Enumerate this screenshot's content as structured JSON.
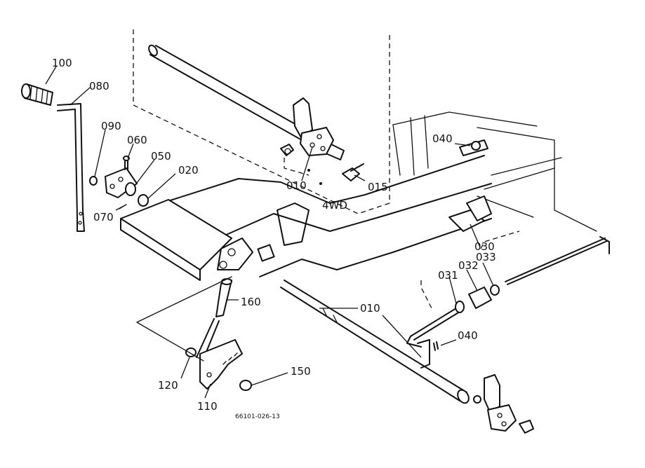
{
  "labels": {
    "p100": "100",
    "p080": "080",
    "p090": "090",
    "p060": "060",
    "p050": "050",
    "p020": "020",
    "p070": "070",
    "p010_top": "010",
    "p015": "015",
    "wd": "4WD",
    "p040_top": "040",
    "p030": "030",
    "p031": "031",
    "p032": "032",
    "p033": "033",
    "p010_main": "010",
    "p040_mid": "040",
    "p160": "160",
    "p120": "120",
    "p110": "110",
    "p150": "150"
  },
  "drawing_number": "66101-026-13"
}
